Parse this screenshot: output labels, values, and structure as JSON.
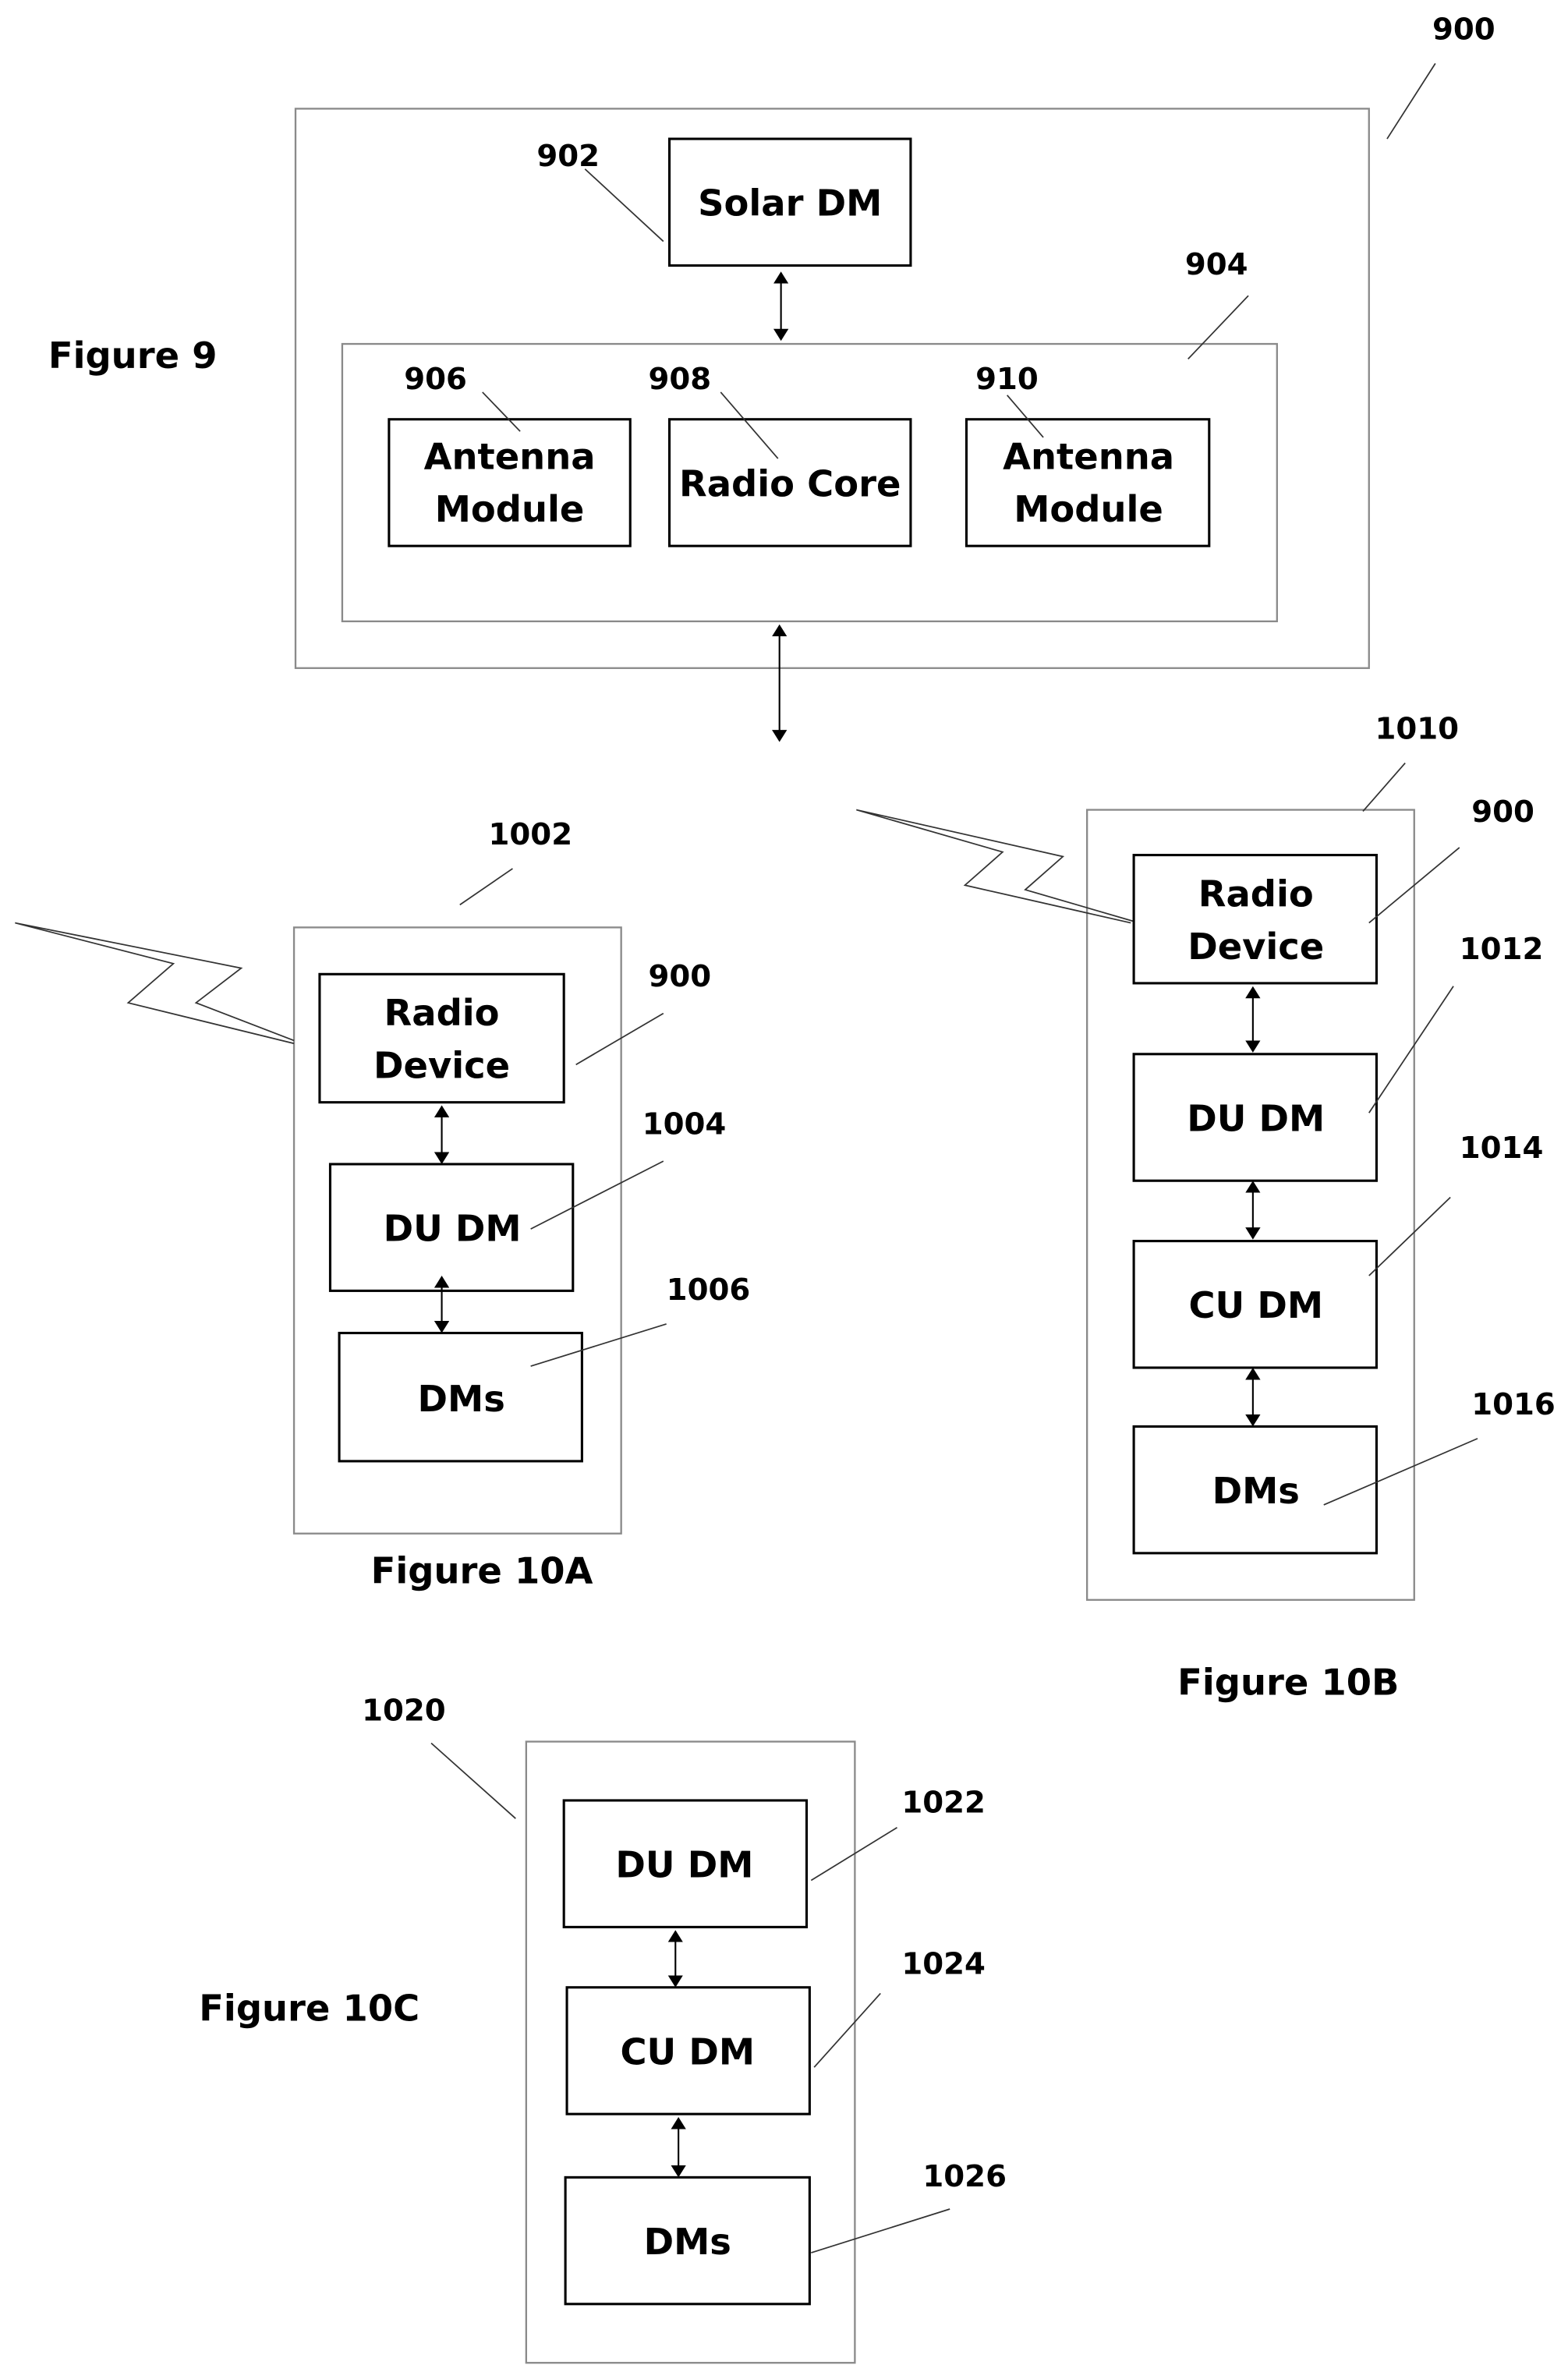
{
  "figure9": {
    "title": "Figure 9",
    "ref_outer": "900",
    "ref_inner": "904",
    "solar": {
      "ref": "902",
      "label": "Solar DM"
    },
    "modules": [
      {
        "ref": "906",
        "line1": "Antenna",
        "line2": "Module"
      },
      {
        "ref": "908",
        "line1": "Radio Core",
        "line2": ""
      },
      {
        "ref": "910",
        "line1": "Antenna",
        "line2": "Module"
      }
    ]
  },
  "figure10a": {
    "title": "Figure 10A",
    "ref_outer": "1002",
    "radio": {
      "ref": "900",
      "line1": "Radio",
      "line2": "Device"
    },
    "du": {
      "ref": "1004",
      "label": "DU DM"
    },
    "dms": {
      "ref": "1006",
      "label": "DMs"
    }
  },
  "figure10b": {
    "title": "Figure 10B",
    "ref_outer": "1010",
    "radio": {
      "ref": "900",
      "line1": "Radio",
      "line2": "Device"
    },
    "du": {
      "ref": "1012",
      "label": "DU DM"
    },
    "cu": {
      "ref": "1014",
      "label": "CU DM"
    },
    "dms": {
      "ref": "1016",
      "label": "DMs"
    }
  },
  "figure10c": {
    "title": "Figure 10C",
    "ref_outer": "1020",
    "du": {
      "ref": "1022",
      "label": "DU DM"
    },
    "cu": {
      "ref": "1024",
      "label": "CU DM"
    },
    "dms": {
      "ref": "1026",
      "label": "DMs"
    }
  }
}
